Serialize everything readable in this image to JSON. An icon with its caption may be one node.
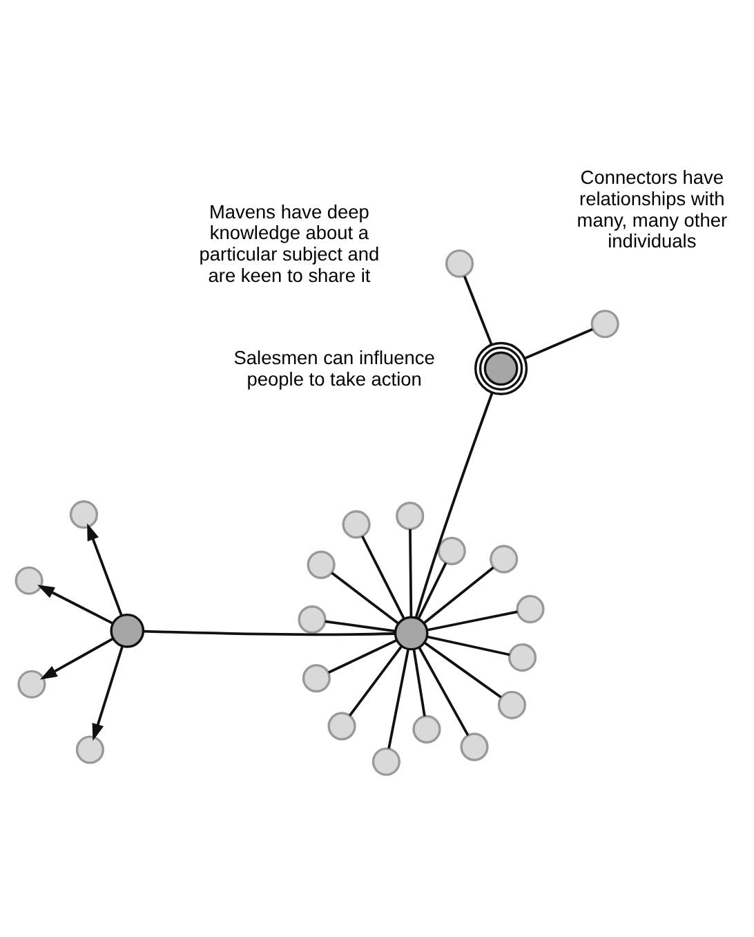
{
  "diagram": {
    "nodes": [
      {
        "text": [],
        "shape": "circle"
      },
      {
        "text": [],
        "shape": "circle"
      },
      {
        "text": [],
        "shape": "circle"
      },
      {
        "text": [],
        "shape": "circle"
      },
      {
        "text": [],
        "shape": "circle"
      },
      {
        "text": [],
        "shape": "circle"
      },
      {
        "text": [],
        "shape": "circle"
      },
      {
        "text": [],
        "shape": "circle"
      },
      {
        "text": [],
        "shape": "circle"
      },
      {
        "text": [],
        "shape": "circle"
      },
      {
        "text": [],
        "shape": "circle"
      },
      {
        "text": [],
        "shape": "circle"
      },
      {
        "text": [],
        "shape": "circle"
      },
      {
        "text": [],
        "shape": "circle"
      },
      {
        "text": [],
        "shape": "circle"
      },
      {
        "text": [],
        "shape": "circle"
      },
      {
        "text": [],
        "shape": "circle"
      },
      {
        "text": [],
        "shape": "circle"
      },
      {
        "text": [],
        "shape": "circle"
      },
      {
        "text": [],
        "shape": "circle"
      },
      {
        "text": [],
        "shape": "circle"
      },
      {
        "text": [],
        "shape": "circle"
      },
      {
        "text": [],
        "shape": "circle"
      }
    ],
    "edges": [
      {
        "from": 0,
        "to": 1,
        "arrow": "none"
      },
      {
        "from": 0,
        "to": 2,
        "arrow": "none"
      },
      {
        "from": 0,
        "to": 3,
        "arrow": "none"
      },
      {
        "from": 0,
        "to": 4,
        "arrow": "none"
      },
      {
        "from": 0,
        "to": 5,
        "arrow": "none"
      },
      {
        "from": 0,
        "to": 6,
        "arrow": "none"
      },
      {
        "from": 0,
        "to": 7,
        "arrow": "none"
      },
      {
        "from": 0,
        "to": 8,
        "arrow": "none"
      },
      {
        "from": 0,
        "to": 9,
        "arrow": "none"
      },
      {
        "from": 0,
        "to": 10,
        "arrow": "none"
      },
      {
        "from": 0,
        "to": 11,
        "arrow": "none"
      },
      {
        "from": 0,
        "to": 12,
        "arrow": "none"
      },
      {
        "from": 0,
        "to": 13,
        "arrow": "none"
      },
      {
        "from": 0,
        "to": 14,
        "arrow": "none"
      },
      {
        "from": 0,
        "to": 15,
        "arrow": "none"
      },
      {
        "from": 0,
        "to": 20,
        "arrow": "none"
      },
      {
        "from": 15,
        "to": 16,
        "arrow": "to"
      },
      {
        "from": 15,
        "to": 17,
        "arrow": "to"
      },
      {
        "from": 15,
        "to": 18,
        "arrow": "to"
      },
      {
        "from": 15,
        "to": 19,
        "arrow": "to"
      },
      {
        "from": 20,
        "to": 21,
        "arrow": "none"
      },
      {
        "from": 20,
        "to": 22,
        "arrow": "none"
      }
    ],
    "labels": [
      "Connectors have relationships with many, many other individuals",
      "Salesmen can influence people to take action",
      "Mavens have deep knowledge about a particular subject and are keen to share it"
    ]
  }
}
